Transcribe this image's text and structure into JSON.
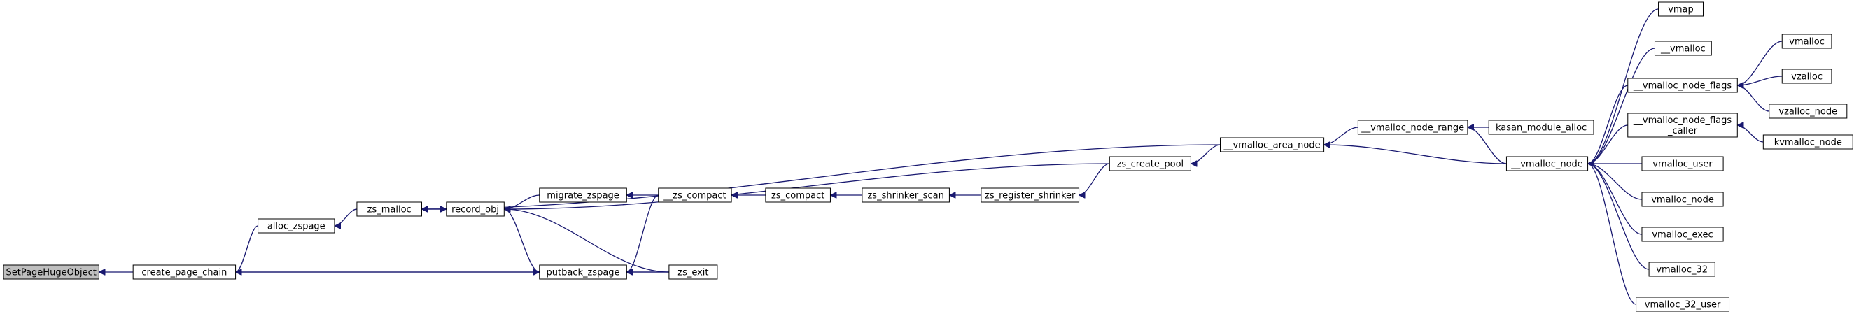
{
  "graph": {
    "colors": {
      "edge": "#191970",
      "root_fill": "#bfbfbf",
      "node_fill": "#ffffff",
      "node_stroke": "#000000"
    },
    "nodes": [
      {
        "id": "SetPageHugeObject",
        "lines": [
          "SetPageHugeObject"
        ],
        "root": true
      },
      {
        "id": "create_page_chain",
        "lines": [
          "create_page_chain"
        ]
      },
      {
        "id": "alloc_zspage",
        "lines": [
          "alloc_zspage"
        ]
      },
      {
        "id": "zs_malloc",
        "lines": [
          "zs_malloc"
        ]
      },
      {
        "id": "record_obj",
        "lines": [
          "record_obj"
        ]
      },
      {
        "id": "migrate_zspage",
        "lines": [
          "migrate_zspage"
        ]
      },
      {
        "id": "putback_zspage",
        "lines": [
          "putback_zspage"
        ]
      },
      {
        "id": "__zs_compact",
        "lines": [
          "__zs_compact"
        ]
      },
      {
        "id": "zs_exit",
        "lines": [
          "zs_exit"
        ]
      },
      {
        "id": "zs_compact",
        "lines": [
          "zs_compact"
        ]
      },
      {
        "id": "zs_shrinker_scan",
        "lines": [
          "zs_shrinker_scan"
        ]
      },
      {
        "id": "zs_register_shrinker",
        "lines": [
          "zs_register_shrinker"
        ]
      },
      {
        "id": "zs_create_pool",
        "lines": [
          "zs_create_pool"
        ]
      },
      {
        "id": "__vmalloc_area_node",
        "lines": [
          "__vmalloc_area_node"
        ]
      },
      {
        "id": "__vmalloc_node_range",
        "lines": [
          "__vmalloc_node_range"
        ]
      },
      {
        "id": "kasan_module_alloc",
        "lines": [
          "kasan_module_alloc"
        ]
      },
      {
        "id": "__vmalloc_node",
        "lines": [
          "__vmalloc_node"
        ]
      },
      {
        "id": "vmap",
        "lines": [
          "vmap"
        ]
      },
      {
        "id": "__vmalloc",
        "lines": [
          "__vmalloc"
        ]
      },
      {
        "id": "__vmalloc_node_flags",
        "lines": [
          "__vmalloc_node_flags"
        ]
      },
      {
        "id": "__vmalloc_node_flags_caller",
        "lines": [
          "__vmalloc_node_flags",
          "_caller"
        ]
      },
      {
        "id": "vmalloc_user",
        "lines": [
          "vmalloc_user"
        ]
      },
      {
        "id": "vmalloc_node",
        "lines": [
          "vmalloc_node"
        ]
      },
      {
        "id": "vmalloc_exec",
        "lines": [
          "vmalloc_exec"
        ]
      },
      {
        "id": "vmalloc_32",
        "lines": [
          "vmalloc_32"
        ]
      },
      {
        "id": "vmalloc_32_user",
        "lines": [
          "vmalloc_32_user"
        ]
      },
      {
        "id": "vmalloc",
        "lines": [
          "vmalloc"
        ]
      },
      {
        "id": "vzalloc",
        "lines": [
          "vzalloc"
        ]
      },
      {
        "id": "vzalloc_node",
        "lines": [
          "vzalloc_node"
        ]
      },
      {
        "id": "kvmalloc_node",
        "lines": [
          "kvmalloc_node"
        ]
      }
    ],
    "edges": [
      {
        "from": "create_page_chain",
        "to": "SetPageHugeObject"
      },
      {
        "from": "alloc_zspage",
        "to": "create_page_chain"
      },
      {
        "from": "putback_zspage",
        "to": "create_page_chain"
      },
      {
        "from": "zs_exit",
        "to": "create_page_chain"
      },
      {
        "from": "zs_malloc",
        "to": "alloc_zspage"
      },
      {
        "from": "record_obj",
        "to": "zs_malloc"
      },
      {
        "from": "__vmalloc_area_node",
        "to": "zs_malloc"
      },
      {
        "from": "zs_malloc",
        "to": "record_obj"
      },
      {
        "from": "migrate_zspage",
        "to": "record_obj"
      },
      {
        "from": "zs_create_pool",
        "to": "record_obj"
      },
      {
        "from": "zs_exit",
        "to": "record_obj"
      },
      {
        "from": "record_obj",
        "to": "putback_zspage"
      },
      {
        "from": "__zs_compact",
        "to": "migrate_zspage"
      },
      {
        "from": "__zs_compact",
        "to": "putback_zspage"
      },
      {
        "from": "zs_exit",
        "to": "putback_zspage"
      },
      {
        "from": "zs_compact",
        "to": "__zs_compact"
      },
      {
        "from": "zs_shrinker_scan",
        "to": "zs_compact"
      },
      {
        "from": "zs_register_shrinker",
        "to": "zs_shrinker_scan"
      },
      {
        "from": "zs_create_pool",
        "to": "zs_register_shrinker"
      },
      {
        "from": "__vmalloc_area_node",
        "to": "zs_create_pool"
      },
      {
        "from": "__vmalloc_node_range",
        "to": "__vmalloc_area_node"
      },
      {
        "from": "__vmalloc_node",
        "to": "__vmalloc_area_node"
      },
      {
        "from": "kasan_module_alloc",
        "to": "__vmalloc_node_range"
      },
      {
        "from": "__vmalloc_node",
        "to": "__vmalloc_node_range"
      },
      {
        "from": "vmap",
        "to": "__vmalloc_node"
      },
      {
        "from": "__vmalloc",
        "to": "__vmalloc_node"
      },
      {
        "from": "__vmalloc_node_flags",
        "to": "__vmalloc_node"
      },
      {
        "from": "__vmalloc_node_flags_caller",
        "to": "__vmalloc_node"
      },
      {
        "from": "vmalloc_user",
        "to": "__vmalloc_node"
      },
      {
        "from": "vmalloc_node",
        "to": "__vmalloc_node"
      },
      {
        "from": "vmalloc_exec",
        "to": "__vmalloc_node"
      },
      {
        "from": "vmalloc_32",
        "to": "__vmalloc_node"
      },
      {
        "from": "vmalloc_32_user",
        "to": "__vmalloc_node"
      },
      {
        "from": "vmalloc",
        "to": "__vmalloc_node_flags"
      },
      {
        "from": "vzalloc",
        "to": "__vmalloc_node_flags"
      },
      {
        "from": "vzalloc_node",
        "to": "__vmalloc_node_flags"
      },
      {
        "from": "kvmalloc_node",
        "to": "__vmalloc_node_flags_caller"
      }
    ]
  }
}
